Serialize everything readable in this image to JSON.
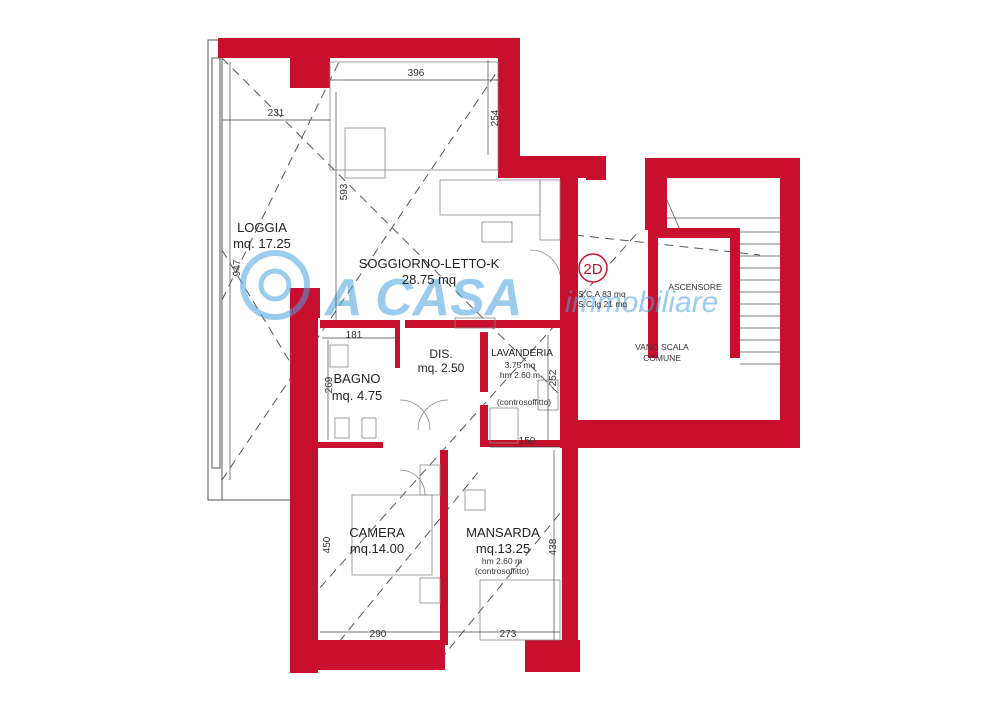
{
  "colors": {
    "wall": "#c8102e",
    "watermark": "#4aa3e0",
    "line": "#444444"
  },
  "rooms": {
    "loggia": {
      "name": "LOGGIA",
      "area": "mq. 17.25"
    },
    "soggiorno": {
      "name": "SOGGIORNO-LETTO-K",
      "area": "28.75 mq"
    },
    "dis": {
      "name": "DIS.",
      "area": "mq. 2.50"
    },
    "bagno": {
      "name": "BAGNO",
      "area": "mq. 4.75"
    },
    "lavanderia": {
      "name": "LAVANDERIA",
      "area": "3.75 mq",
      "height": "hm 2.60 m",
      "note": "(controsoffitto)"
    },
    "camera": {
      "name": "CAMERA",
      "area": "mq.14.00"
    },
    "mansarda": {
      "name": "MANSARDA",
      "area": "mq.13.25",
      "height": "hm 2.60 m",
      "note": "(controsoffitto)"
    },
    "ascensore": {
      "name": "ASCENSORE"
    },
    "vano_scala": {
      "line1": "VANO SCALA",
      "line2": "COMUNE"
    }
  },
  "unit": {
    "badge": "2D",
    "sca": "S.C.A 83 mq",
    "scg": "S.C.lg 21 mq"
  },
  "dimensions": {
    "d396": "396",
    "d231": "231",
    "d254": "254",
    "d593": "593",
    "d947": "947",
    "d181": "181",
    "d269": "269",
    "d252": "252",
    "d150": "150",
    "d450": "450",
    "d438": "438",
    "d290": "290",
    "d273": "273"
  },
  "watermark": {
    "brand": "A CASA",
    "sub": "immobiliare"
  }
}
